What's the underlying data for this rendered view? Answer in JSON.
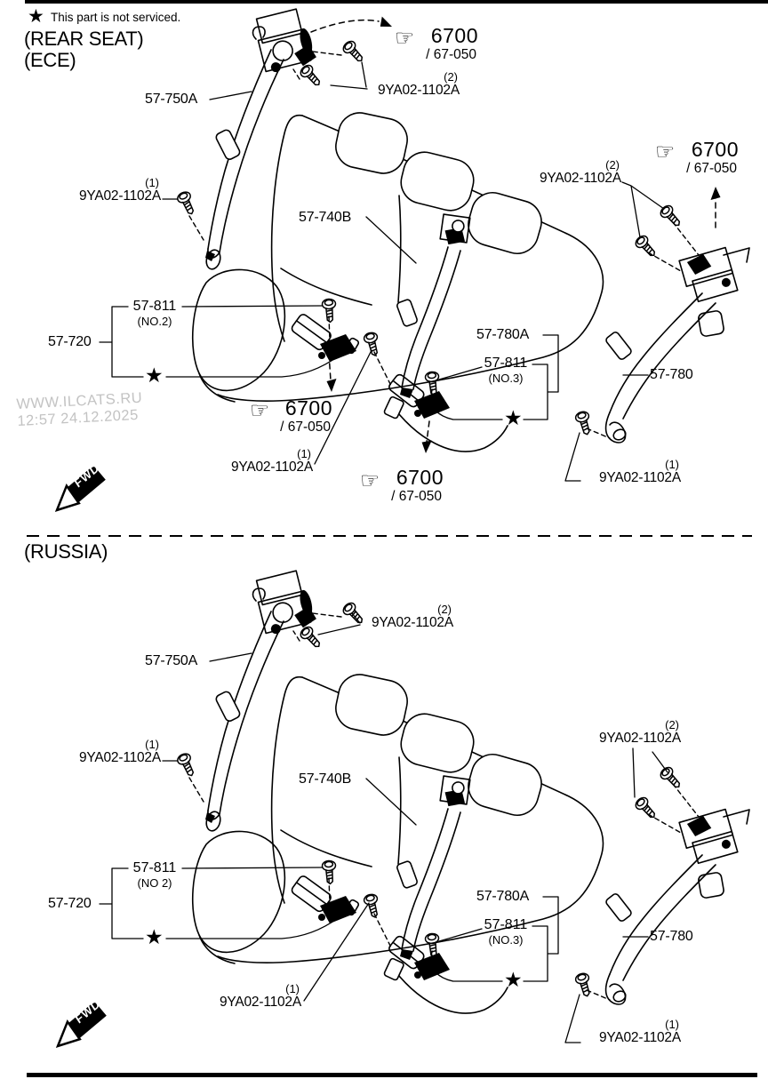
{
  "page": {
    "note": {
      "marker": "★",
      "text": "This part is not serviced."
    },
    "watermark": {
      "line1": "WWW.ILCATS.RU",
      "line2": "12:57 24.12.2025"
    },
    "fwd_label": "FWD",
    "star_glyph": "★",
    "hand_glyph": "☞"
  },
  "sections": {
    "ece": {
      "title": "(REAR SEAT)",
      "subtitle": "(ECE)",
      "labels": {
        "belt_left": "57-750A",
        "belt_center": "57-740B",
        "buckle_group": "57-720",
        "anchor_no2": "57-811",
        "anchor_no2_sub": "(NO.2)",
        "anchor_no3": "57-811",
        "anchor_no3_sub": "(NO.3)",
        "belt_right_group": "57-780A",
        "belt_right": "57-780"
      },
      "fasteners": [
        {
          "qty": "(1)",
          "part": "9YA02-1102A"
        },
        {
          "qty": "(2)",
          "part": "9YA02-1102A"
        },
        {
          "qty": "(2)",
          "part": "9YA02-1102A"
        },
        {
          "qty": "(1)",
          "part": "9YA02-1102A"
        },
        {
          "qty": "(1)",
          "part": "9YA02-1102A"
        }
      ],
      "refs": [
        {
          "code": "6700",
          "group": "/ 67-050"
        },
        {
          "code": "6700",
          "group": "/ 67-050"
        },
        {
          "code": "6700",
          "group": "/ 67-050"
        },
        {
          "code": "6700",
          "group": "/ 67-050"
        }
      ]
    },
    "russia": {
      "title": "(RUSSIA)",
      "labels": {
        "belt_left": "57-750A",
        "belt_center": "57-740B",
        "buckle_group": "57-720",
        "anchor_no2": "57-811",
        "anchor_no2_sub": "(NO 2)",
        "anchor_no3": "57-811",
        "anchor_no3_sub": "(NO.3)",
        "belt_right_group": "57-780A",
        "belt_right": "57-780"
      },
      "fasteners": [
        {
          "qty": "(1)",
          "part": "9YA02-1102A"
        },
        {
          "qty": "(2)",
          "part": "9YA02-1102A"
        },
        {
          "qty": "(2)",
          "part": "9YA02-1102A"
        },
        {
          "qty": "(1)",
          "part": "9YA02-1102A"
        },
        {
          "qty": "(1)",
          "part": "9YA02-1102A"
        }
      ]
    }
  }
}
